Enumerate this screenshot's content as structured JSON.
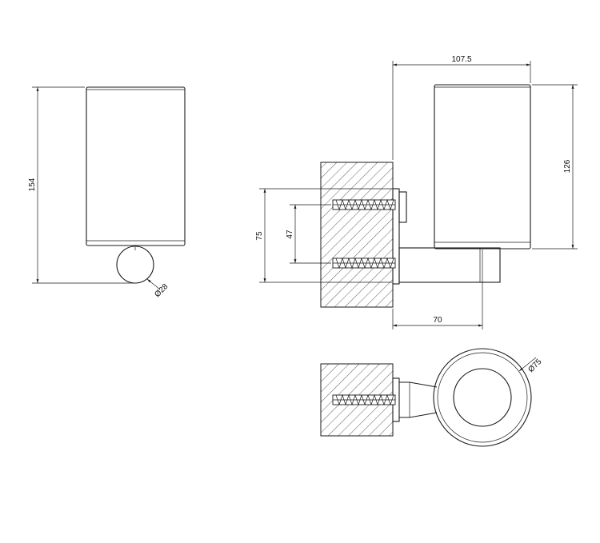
{
  "dimensions": {
    "front_height": "154",
    "front_diameter": "Ø28",
    "side_depth": "107.5",
    "side_height": "126",
    "fixing_height": "75",
    "screw_spacing": "47",
    "bracket_projection": "70",
    "top_diameter": "Ø75"
  }
}
